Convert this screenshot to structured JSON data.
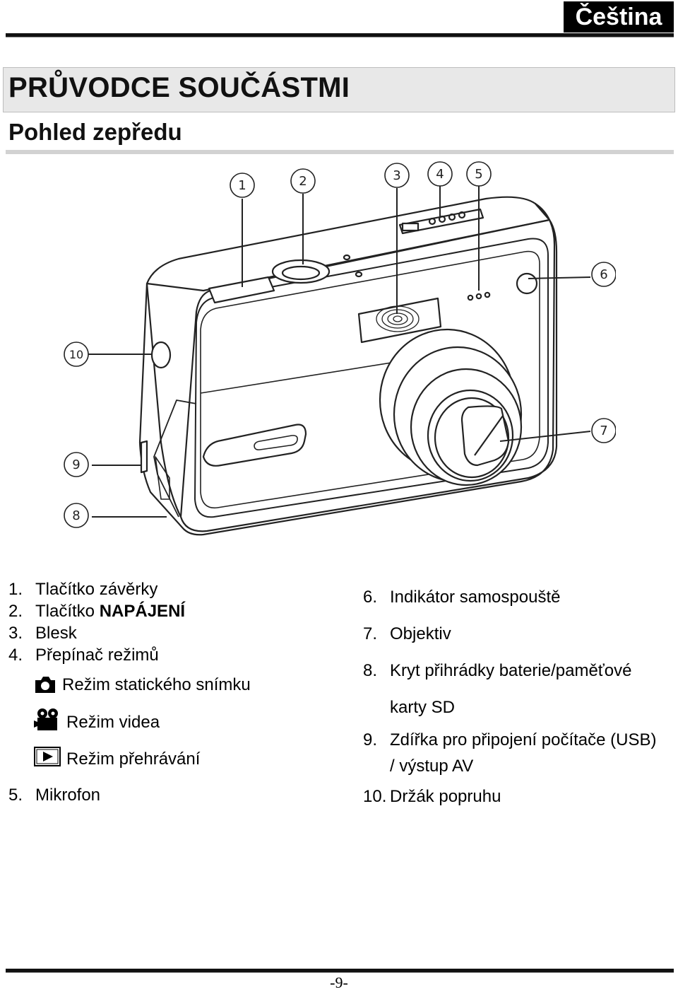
{
  "header": {
    "language": "Čeština"
  },
  "section": {
    "title": "PRŮVODCE SOUČÁSTMI",
    "subtitle": "Pohled zepředu"
  },
  "figure": {
    "callouts": [
      "1",
      "2",
      "3",
      "4",
      "5",
      "6",
      "7",
      "8",
      "9",
      "10"
    ]
  },
  "left_list": {
    "items": [
      {
        "num": "1.",
        "text": "Tlačítko závěrky"
      },
      {
        "num": "2.",
        "text": "Tlačítko ",
        "bold": "NAPÁJENÍ"
      },
      {
        "num": "3.",
        "text": "Blesk"
      },
      {
        "num": "4.",
        "text": "Přepínač režimů"
      }
    ],
    "modes": [
      {
        "icon": "camera-icon",
        "label": "Režim statického snímku"
      },
      {
        "icon": "video-camera-icon",
        "label": "Režim videa"
      },
      {
        "icon": "playback-icon",
        "label": "Režim přehrávání"
      }
    ],
    "last": {
      "num": "5.",
      "text": "Mikrofon"
    }
  },
  "right_list": {
    "items": [
      {
        "num": "6.",
        "text": "Indikátor samospouště"
      },
      {
        "num": "7.",
        "text": "Objektiv"
      },
      {
        "num": "8.",
        "text": "Kryt přihrádky baterie/paměťové",
        "cont": "karty SD"
      },
      {
        "num": "9.",
        "text": "Zdířka pro připojení počítače (USB)",
        "cont": "/ výstup AV"
      },
      {
        "num": "10.",
        "text": "Držák popruhu"
      }
    ]
  },
  "footer": {
    "page_number": "-9-"
  }
}
